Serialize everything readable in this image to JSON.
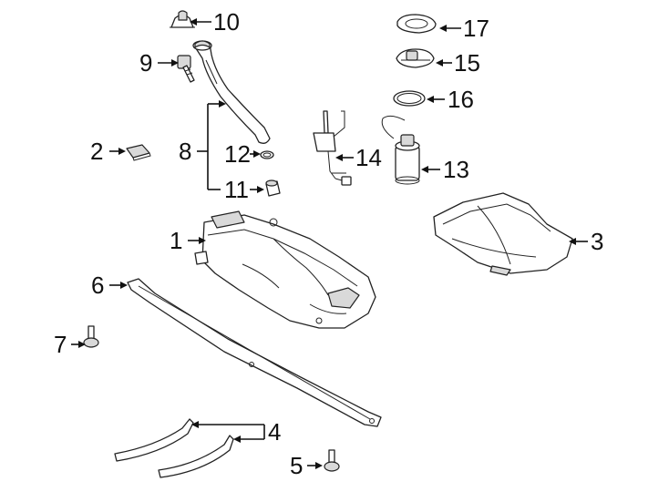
{
  "diagram": {
    "background": "#ffffff",
    "line_color": "#222222",
    "callouts": [
      {
        "id": "c1",
        "label": "1"
      },
      {
        "id": "c2",
        "label": "2"
      },
      {
        "id": "c3",
        "label": "3"
      },
      {
        "id": "c4",
        "label": "4"
      },
      {
        "id": "c5",
        "label": "5"
      },
      {
        "id": "c6",
        "label": "6"
      },
      {
        "id": "c7",
        "label": "7"
      },
      {
        "id": "c8",
        "label": "8"
      },
      {
        "id": "c9",
        "label": "9"
      },
      {
        "id": "c10",
        "label": "10"
      },
      {
        "id": "c11",
        "label": "11"
      },
      {
        "id": "c12",
        "label": "12"
      },
      {
        "id": "c13",
        "label": "13"
      },
      {
        "id": "c14",
        "label": "14"
      },
      {
        "id": "c15",
        "label": "15"
      },
      {
        "id": "c16",
        "label": "16"
      },
      {
        "id": "c17",
        "label": "17"
      }
    ]
  }
}
